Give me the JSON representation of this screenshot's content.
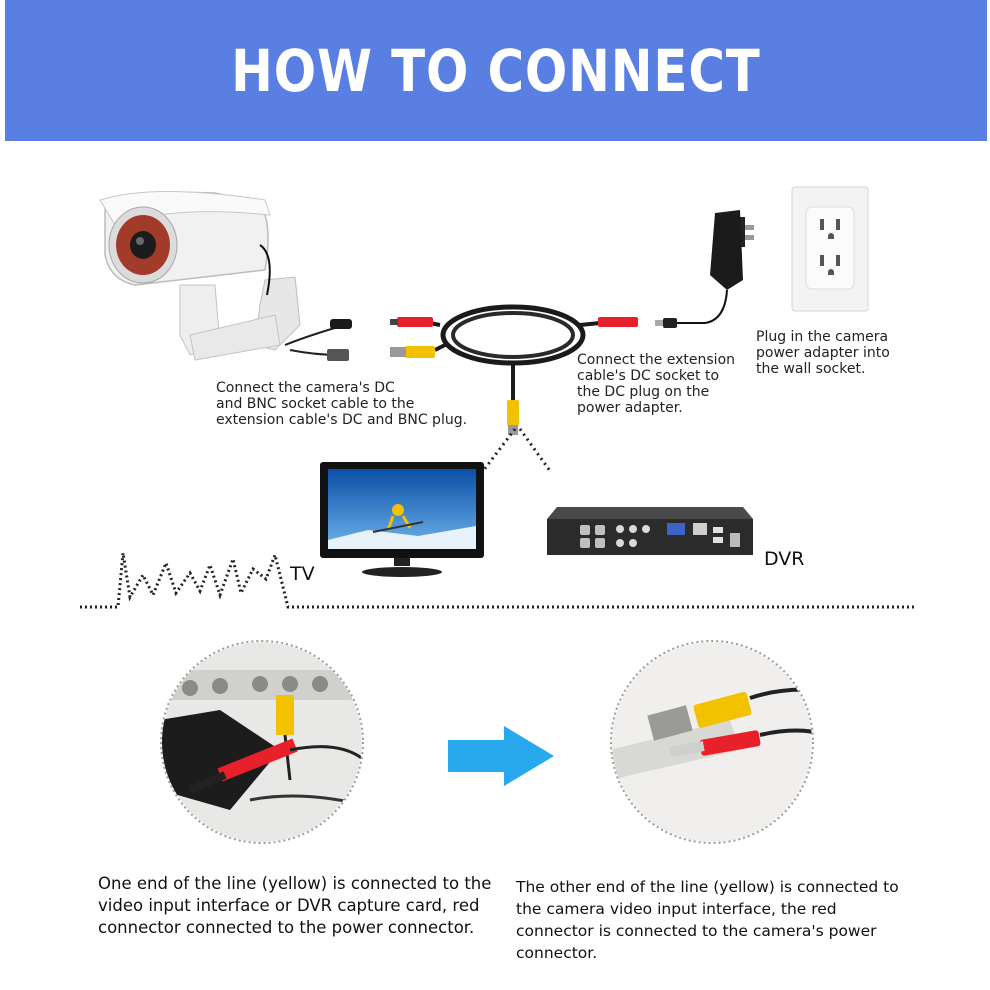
{
  "header": {
    "title": "HOW TO CONNECT"
  },
  "colors": {
    "header_bg": "#5a7fe3",
    "arrow": "#28a9ee",
    "bnc_yellow": "#f2c200",
    "dc_red": "#e8202a"
  },
  "diagram": {
    "camera_caption": "Connect the camera's DC\nand BNC socket cable to the\nextension cable's DC and BNC plug.",
    "extension_caption": "Connect the extension\ncable's DC socket to\nthe DC plug on the\npower adapter.",
    "wall_caption": "Plug in the camera\npower adapter into\nthe wall socket.",
    "tv_label": "TV",
    "dvr_label": "DVR"
  },
  "steps": [
    {
      "caption": "One end of the line (yellow) is connected to the video input interface or DVR capture card, red connector connected to the power connector."
    },
    {
      "caption": "The other end of the line (yellow) is connected to the camera video input interface, the red connector is connected to the camera's power connector."
    }
  ],
  "icons": [
    "cctv-camera-icon",
    "extension-cable-icon",
    "power-adapter-icon",
    "wall-outlet-icon",
    "tv-monitor-icon",
    "dvr-recorder-icon",
    "right-arrow-icon"
  ]
}
